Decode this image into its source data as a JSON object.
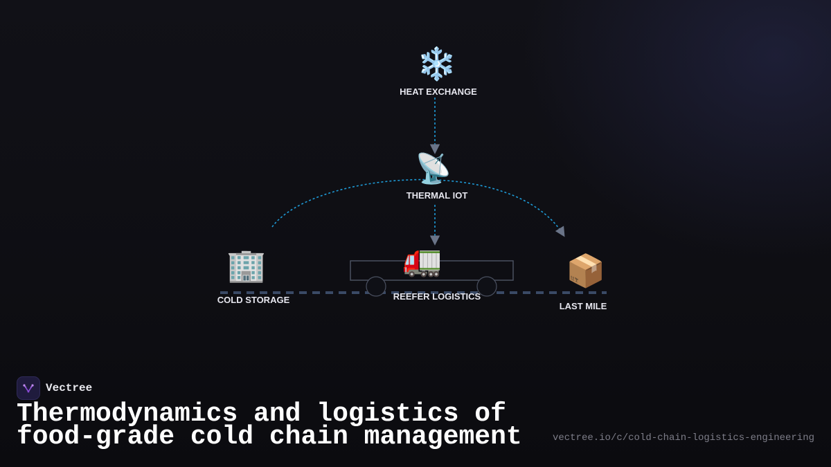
{
  "brand": {
    "name": "Vectree",
    "logo_icon": "v-network-logo-icon",
    "accent": "#8a4bd6"
  },
  "title": {
    "line1": "Thermodynamics and logistics of",
    "line2": "food-grade cold chain management"
  },
  "url": "vectree.io/c/cold-chain-logistics-engineering",
  "diagram": {
    "nodes": [
      {
        "id": "heat-exchange",
        "label": "HEAT EXCHANGE",
        "icon": "❄️",
        "icon_name": "snowflake-icon"
      },
      {
        "id": "thermal-iot",
        "label": "THERMAL IOT",
        "icon": "📡",
        "icon_name": "satellite-antenna-icon"
      },
      {
        "id": "cold-storage",
        "label": "COLD STORAGE",
        "icon": "🏢",
        "icon_name": "office-building-icon"
      },
      {
        "id": "reefer-logistics",
        "label": "REEFER LOGISTICS",
        "icon": "🚛",
        "icon_name": "articulated-lorry-icon"
      },
      {
        "id": "last-mile",
        "label": "LAST MILE",
        "icon": "📦",
        "icon_name": "package-icon"
      }
    ],
    "edges": [
      {
        "from": "heat-exchange",
        "to": "thermal-iot",
        "style": "dotted"
      },
      {
        "from": "thermal-iot",
        "to": "reefer-logistics",
        "style": "dotted"
      },
      {
        "from": "cold-storage",
        "to": "last-mile",
        "style": "dotted-arc"
      }
    ],
    "colors": {
      "flow_line": "#1e9bd7",
      "arrow_head": "#6a7488",
      "ground_line": "#3a4a66",
      "truck_outline": "#4a5060"
    }
  }
}
